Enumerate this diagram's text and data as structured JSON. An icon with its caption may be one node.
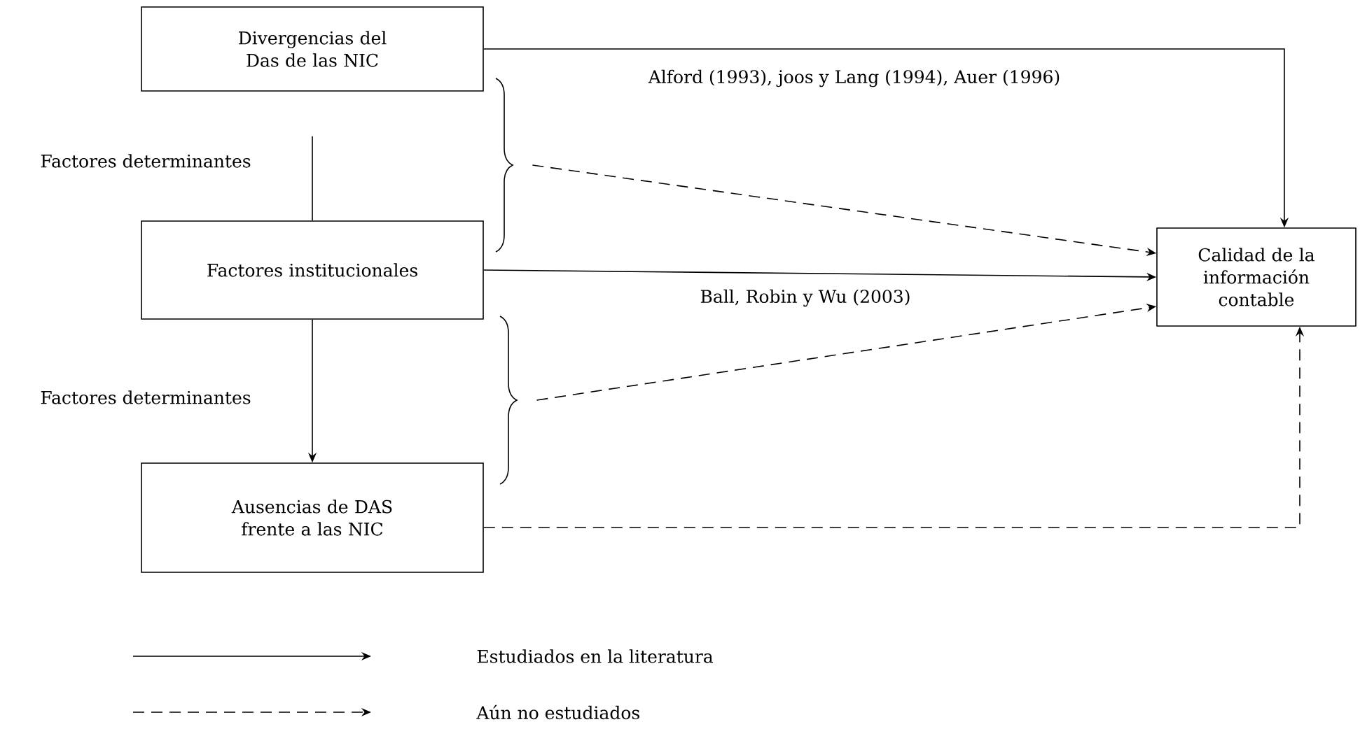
{
  "diagram": {
    "nodes": [
      {
        "text": [
          "Divergencias del Das de las NIC"
        ]
      },
      {
        "text": [
          "Factores institucionales"
        ]
      },
      {
        "text": [
          "Ausencias de DAS frente a las NIC"
        ]
      },
      {
        "text": [
          "Calidad de la información contable"
        ]
      },
      {
        "text": [],
        "shape": "brace"
      },
      {
        "text": [],
        "shape": "brace"
      }
    ],
    "edges": [
      {
        "from": 0,
        "to": 1,
        "arrow": "none",
        "label": "Factores determinantes"
      },
      {
        "from": 1,
        "to": 2,
        "arrow": "to",
        "label": "Factores determinantes"
      },
      {
        "from": 0,
        "to": 3,
        "arrow": "to",
        "label": "Alford (1993), joos y Lang (1994), Auer (1996)"
      },
      {
        "from": 4,
        "to": 3,
        "arrow": "to",
        "style": "dashed"
      },
      {
        "from": 1,
        "to": 3,
        "arrow": "to",
        "label": "Ball, Robin y Wu (2003)"
      },
      {
        "from": 5,
        "to": 3,
        "arrow": "to",
        "style": "dashed"
      },
      {
        "from": 2,
        "to": 3,
        "arrow": "to",
        "style": "dashed"
      }
    ],
    "legend": [
      {
        "text": "Estudiados en la literatura"
      },
      {
        "text": "Aún no estudiados"
      }
    ]
  }
}
